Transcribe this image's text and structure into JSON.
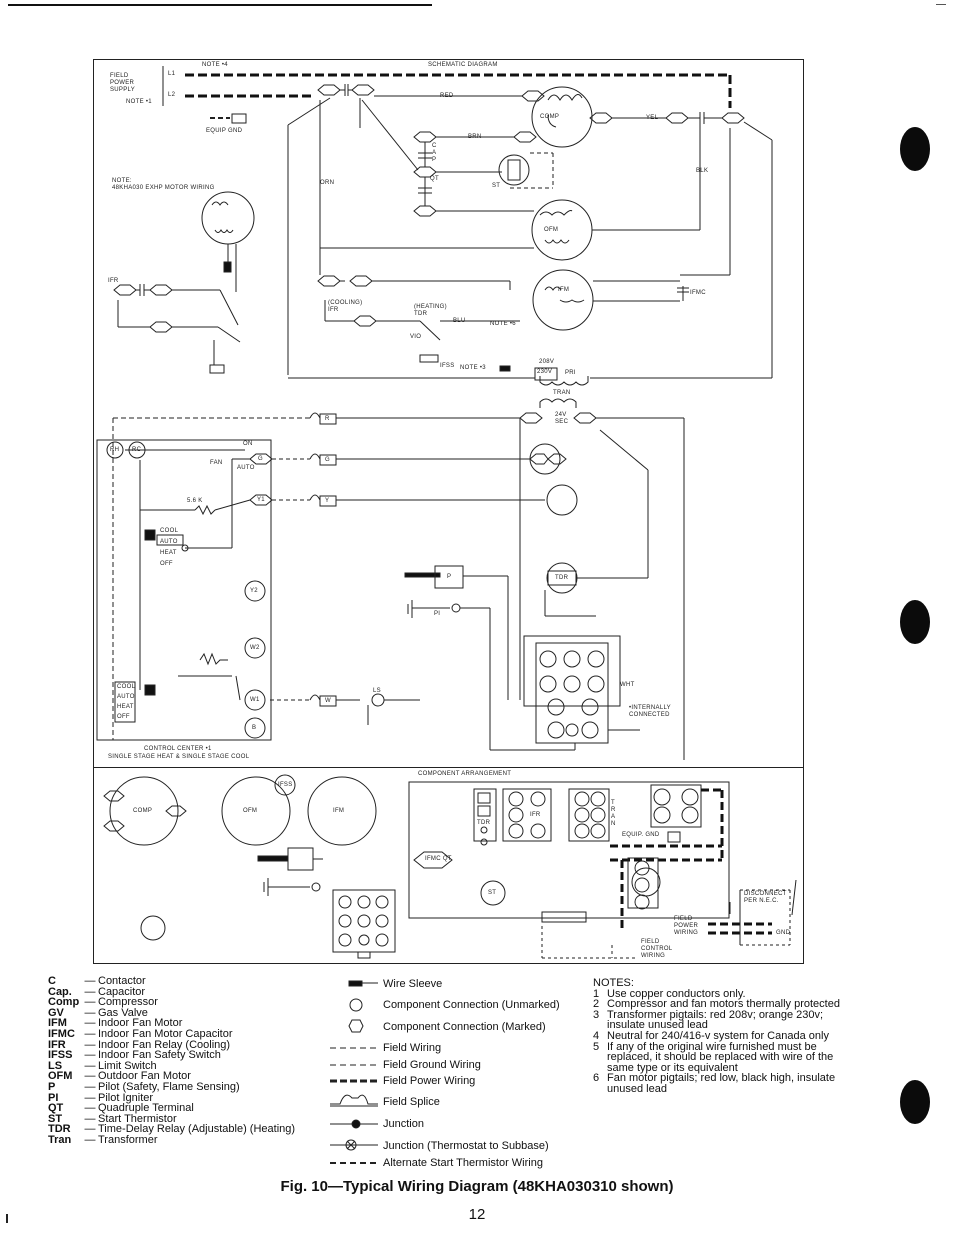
{
  "schematic": {
    "title": "SCHEMATIC DIAGRAM",
    "note4": "NOTE •4",
    "field_power_supply": [
      "FIELD",
      "POWER",
      "SUPPLY"
    ],
    "note1": "NOTE •1",
    "l1": "L1",
    "l2": "L2",
    "equip_gnd": "EQUIP GND",
    "ofm_note": [
      "NOTE:",
      "48KHA030 EXHP MOTOR WIRING"
    ],
    "wire_labels": [
      "RED",
      "YEL",
      "BLK",
      "ORN",
      "BRN",
      "BLU",
      "VIO",
      "WHT"
    ],
    "comp": "COMP",
    "ofm": "OFM",
    "ifm": "IFM",
    "st": "ST",
    "qt": "QT",
    "ifmc": "IFMC",
    "ifr": "IFR",
    "ifr_cooling": "(COOLING) IFR",
    "tdr_heating": "(HEATING) TDR",
    "ifss": "IFSS",
    "note3": "NOTE •3",
    "note6": "NOTE •6",
    "tran": "TRAN",
    "pri": "PRI",
    "v208": "208V",
    "v230": "230V",
    "sec": "24V SEC",
    "tdr": "TDR",
    "terminals": [
      "R",
      "G",
      "Y",
      "W"
    ],
    "internally_connected": "•INTERNALLY CONNECTED",
    "p": "P",
    "pi": "PI",
    "ls": "LS",
    "cap": [
      "C",
      "A",
      "P"
    ]
  },
  "control_center": {
    "caption_line1": "CONTROL CENTER •1",
    "caption_line2": "SINGLE STAGE HEAT & SINGLE STAGE COOL",
    "fan": "FAN",
    "on": "ON",
    "auto": "AUTO",
    "resistor": "5.6 K",
    "switch1": [
      "COOL",
      "AUTO",
      "HEAT",
      "OFF"
    ],
    "switch2": [
      "COOL",
      "AUTO",
      "HEAT",
      "OFF"
    ],
    "terminals": [
      "RH",
      "RC",
      "G",
      "Y1",
      "Y2",
      "W2",
      "W1",
      "B"
    ]
  },
  "component_arrangement": {
    "title": "COMPONENT ARRANGEMENT",
    "comp": "COMP",
    "ofm": "OFM",
    "ifm": "IFM",
    "ifss": "IFSS",
    "tdr": "TDR",
    "ifr": "IFR",
    "ifmc_qt": "IFMC QT",
    "st": "ST",
    "tran_letters": [
      "T",
      "R",
      "A",
      "N"
    ],
    "equip_gnd": "EQUIP. GND",
    "disconnect": [
      "DISCONNECT",
      "PER N.E.C."
    ],
    "gnd": "GND",
    "field_power_wiring": [
      "FIELD",
      "POWER",
      "WIRING"
    ],
    "field_control_wiring": [
      "FIELD",
      "CONTROL",
      "WIRING"
    ]
  },
  "abbreviations": [
    {
      "abbr": "C",
      "meaning": "Contactor"
    },
    {
      "abbr": "Cap.",
      "meaning": "Capacitor"
    },
    {
      "abbr": "Comp",
      "meaning": "Compressor"
    },
    {
      "abbr": "GV",
      "meaning": "Gas Valve"
    },
    {
      "abbr": "IFM",
      "meaning": "Indoor Fan Motor"
    },
    {
      "abbr": "IFMC",
      "meaning": "Indoor Fan Motor Capacitor"
    },
    {
      "abbr": "IFR",
      "meaning": "Indoor Fan Relay (Cooling)"
    },
    {
      "abbr": "IFSS",
      "meaning": "Indoor Fan Safety Switch"
    },
    {
      "abbr": "LS",
      "meaning": "Limit Switch"
    },
    {
      "abbr": "OFM",
      "meaning": "Outdoor Fan Motor"
    },
    {
      "abbr": "P",
      "meaning": "Pilot (Safety, Flame Sensing)"
    },
    {
      "abbr": "PI",
      "meaning": "Pilot Igniter"
    },
    {
      "abbr": "QT",
      "meaning": "Quadruple Terminal"
    },
    {
      "abbr": "ST",
      "meaning": "Start Thermistor"
    },
    {
      "abbr": "TDR",
      "meaning": "Time-Delay Relay (Adjustable) (Heating)"
    },
    {
      "abbr": "Tran",
      "meaning": "Transformer"
    }
  ],
  "symbols": [
    "Wire Sleeve",
    "Component Connection (Unmarked)",
    "Component Connection (Marked)",
    "Field Wiring",
    "Field Ground Wiring",
    "Field Power Wiring",
    "Field Splice",
    "Junction",
    "Junction (Thermostat to Subbase)",
    "Alternate Start Thermistor Wiring"
  ],
  "notes": {
    "heading": "NOTES:",
    "items": [
      {
        "num": "1",
        "text": "Use copper conductors only."
      },
      {
        "num": "2",
        "text": "Compressor and fan motors thermally protected"
      },
      {
        "num": "3",
        "text": "Transformer pigtails: red 208v; orange 230v; insulate unused lead"
      },
      {
        "num": "4",
        "text": "Neutral for 240/416-v system for Canada only"
      },
      {
        "num": "5",
        "text": "If any of the original wire furnished must be replaced, it should be replaced with wire of the same type or its equivalent"
      },
      {
        "num": "6",
        "text": "Fan motor pigtails; red low, black high, insulate unused lead"
      }
    ]
  },
  "caption": "Fig. 10—Typical Wiring Diagram (48KHA030310 shown)",
  "page_number": "12"
}
